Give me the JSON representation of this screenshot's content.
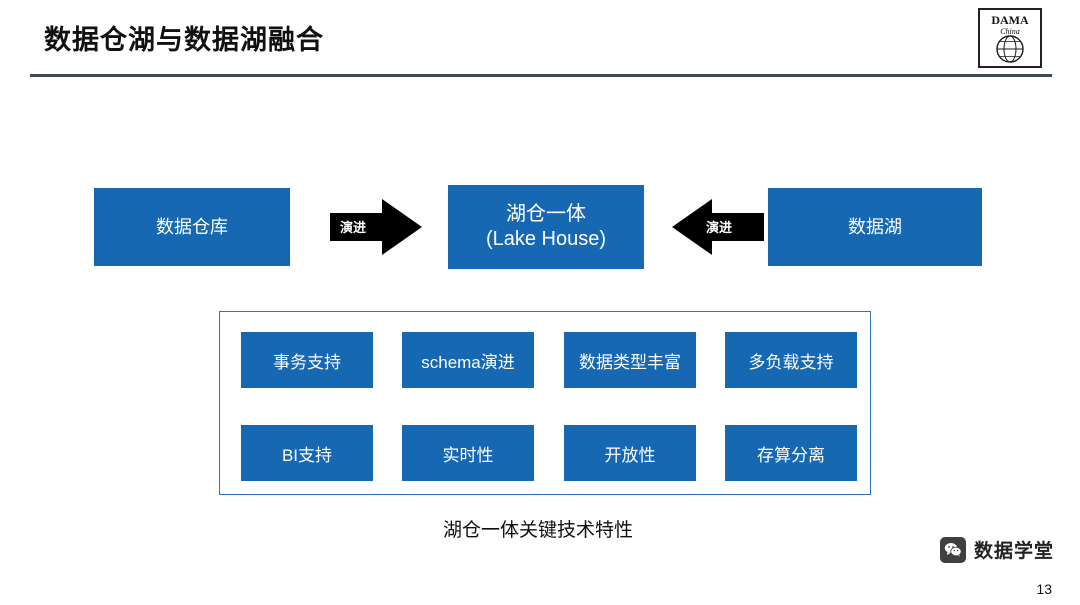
{
  "slide": {
    "title": "数据仓湖与数据湖融合",
    "page_number": "13"
  },
  "logo": {
    "name": "DAMA",
    "subtitle": "China"
  },
  "flow": {
    "left_box": "数据仓库",
    "center_box_line1": "湖仓一体",
    "center_box_line2": "(Lake House)",
    "right_box": "数据湖",
    "arrow_left_label": "演进",
    "arrow_right_label": "演进"
  },
  "features": {
    "caption": "湖仓一体关键技术特性",
    "items": [
      "事务支持",
      "schema演进",
      "数据类型丰富",
      "多负载支持",
      "BI支持",
      "实时性",
      "开放性",
      "存算分离"
    ]
  },
  "watermark": {
    "text": "数据学堂"
  },
  "colors": {
    "box_blue": "#1668b3",
    "panel_border": "#2e74b5",
    "rule": "#3a4a5a",
    "arrow": "#000000"
  }
}
